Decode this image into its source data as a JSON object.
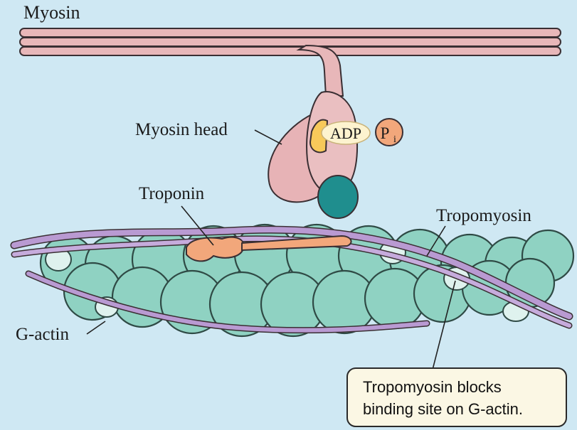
{
  "labels": {
    "myosin": "Myosin",
    "myosin_head": "Myosin head",
    "adp": "ADP",
    "pi_main": "P",
    "pi_sub": "i",
    "troponin": "Troponin",
    "tropomyosin": "Tropomyosin",
    "g_actin": "G-actin"
  },
  "callout": {
    "line1": "Tropomyosin blocks",
    "line2": "binding site on G-actin."
  },
  "colors": {
    "background": "#cfe8f3",
    "myosin_pink": "#e8b7b9",
    "myosin_outline": "#3a2f33",
    "actin": "#8fd2c2",
    "actin_outline": "#2f4a45",
    "tropomyosin": "#b99ad2",
    "troponin": "#f2a77b",
    "adp_yellow": "#f7c95a",
    "myosin_head_tip": "#1f8e8e",
    "callout_bg": "#fbf7e4"
  }
}
